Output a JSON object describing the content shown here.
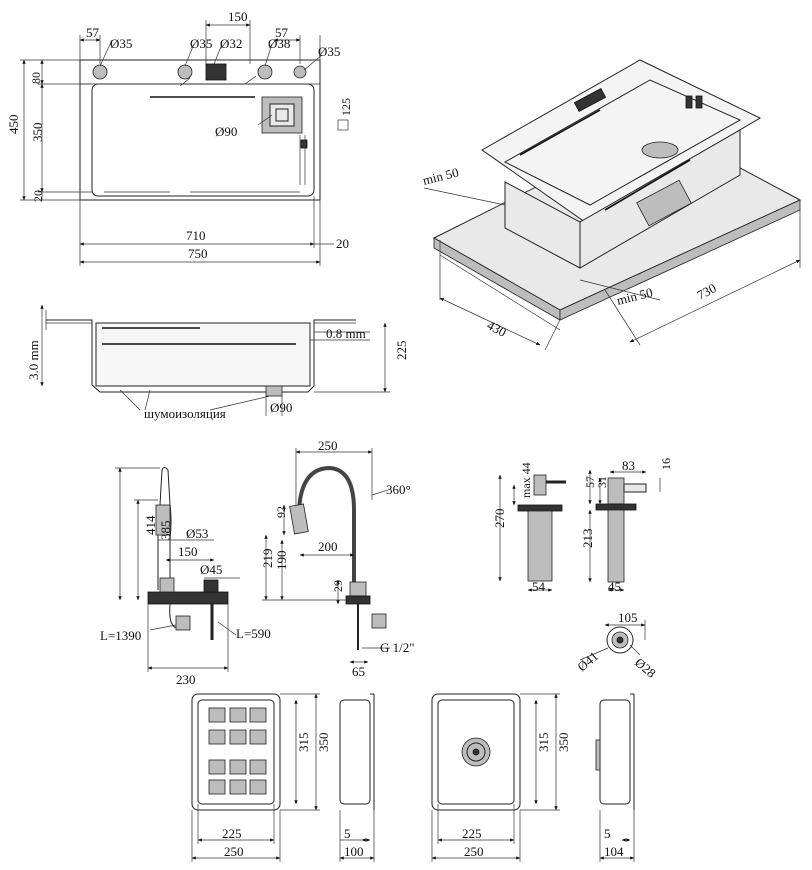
{
  "top_view": {
    "d57_left": "57",
    "d35_left": "Ø35",
    "d35_mid": "Ø35",
    "d32": "Ø32",
    "d150": "150",
    "d38": "Ø38",
    "d57_right": "57",
    "d35_right": "Ø35",
    "d80": "80",
    "d450": "450",
    "d350": "350",
    "d20_left": "20",
    "d90": "Ø90",
    "d125": "125",
    "d710": "710",
    "d20_right": "20",
    "d750": "750"
  },
  "iso_view": {
    "min50_a": "min 50",
    "min50_b": "min 50",
    "d430": "430",
    "d730": "730"
  },
  "side_view": {
    "d3mm": "3.0 mm",
    "d08mm": "0.8 mm",
    "d225": "225",
    "insulation": "шумоизоляция",
    "d90": "Ø90"
  },
  "faucet_front": {
    "d414": "414",
    "d385": "385",
    "d53": "Ø53",
    "d150": "150",
    "d45": "Ø45",
    "l1390": "L=1390",
    "l590": "L=590",
    "d230": "230"
  },
  "faucet_side": {
    "d250": "250",
    "d360": "360°",
    "d92": "92",
    "d200": "200",
    "d219": "219",
    "d190": "190",
    "d29": "29",
    "g12": "G 1/2\"",
    "d65": "65"
  },
  "dispenser": {
    "d270": "270",
    "max44": "max 44",
    "d54": "54",
    "d57": "57",
    "d31": "31",
    "d83": "83",
    "d16": "16",
    "d213": "213",
    "d45": "45",
    "d105": "105",
    "d41": "Ø41",
    "d28": "Ø28"
  },
  "colander": {
    "d315": "315",
    "d350": "350",
    "d225": "225",
    "d250": "250",
    "d5": "5",
    "d100": "100"
  },
  "drainer": {
    "d315": "315",
    "d350": "350",
    "d225": "225",
    "d250": "250",
    "d5": "5",
    "d104": "104"
  }
}
